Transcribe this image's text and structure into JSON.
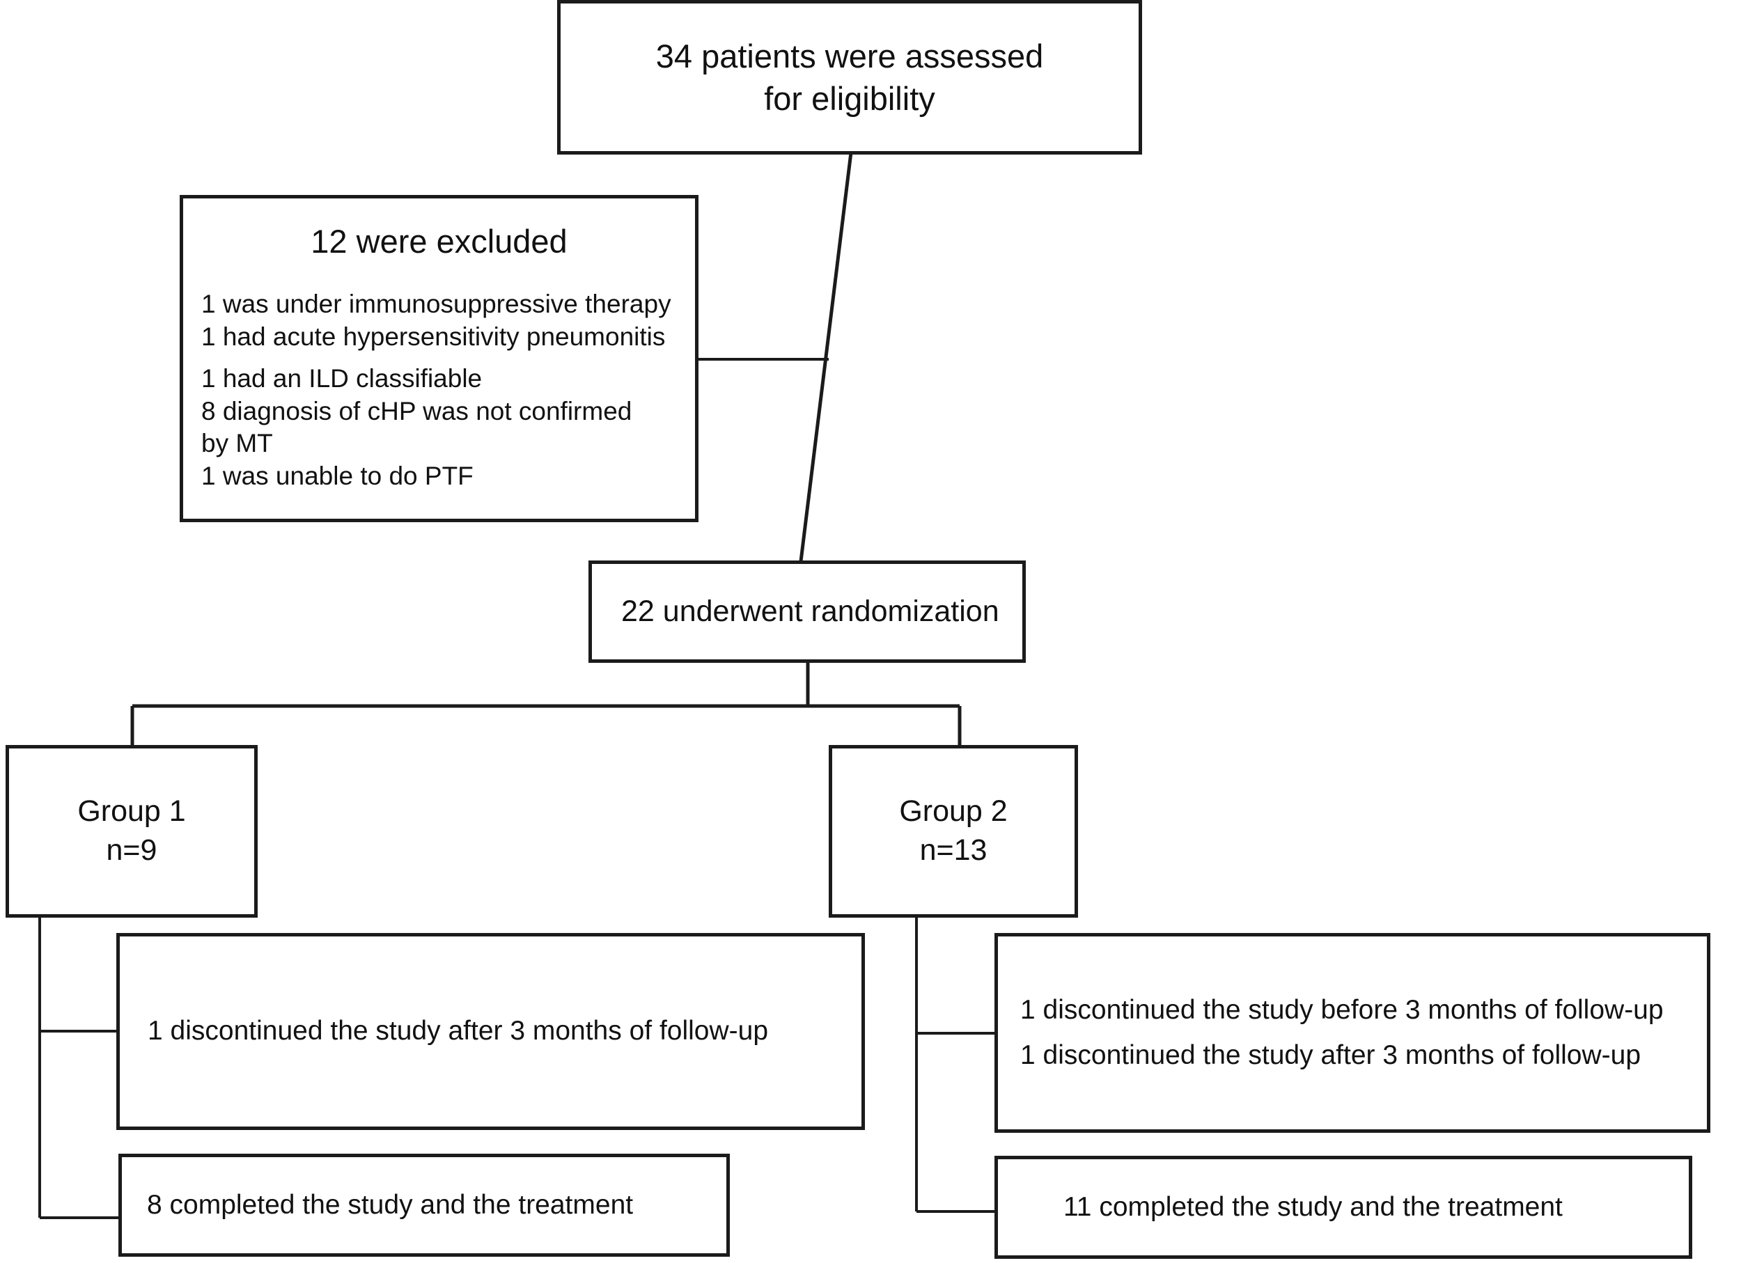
{
  "diagram": {
    "type": "consort-flow",
    "line_color": "#1b1b1b",
    "background": "#ffffff"
  },
  "nodes": {
    "assessed": {
      "line1": "34 patients were assessed",
      "line2": "for eligibility",
      "count": 34
    },
    "excluded": {
      "heading": "12 were excluded",
      "count": 12,
      "reasons_group_a": {
        "line1": "1 was under immunosuppressive therapy",
        "line2": "1 had acute hypersensitivity pneumonitis"
      },
      "reasons_group_b": {
        "line1": "1 had an ILD classifiable",
        "line2": "8 diagnosis of cHP was not confirmed",
        "line3": "by MT",
        "line4": "1 was unable to do PTF"
      }
    },
    "randomization": {
      "label": "22 underwent randomization",
      "count": 22
    },
    "group1": {
      "name": "Group 1",
      "n": "n=9"
    },
    "group2": {
      "name": "Group 2",
      "n": "n=13"
    },
    "discontinued_group1": {
      "line1": "1 discontinued the study after 3 months of follow-up"
    },
    "discontinued_group2": {
      "line1": "1 discontinued the study before 3 months of follow-up",
      "line2": "1 discontinued the study after 3 months of follow-up"
    },
    "completed_group1": {
      "label": "8 completed the study and the treatment"
    },
    "completed_group2": {
      "label": "11 completed the study and the treatment"
    }
  }
}
